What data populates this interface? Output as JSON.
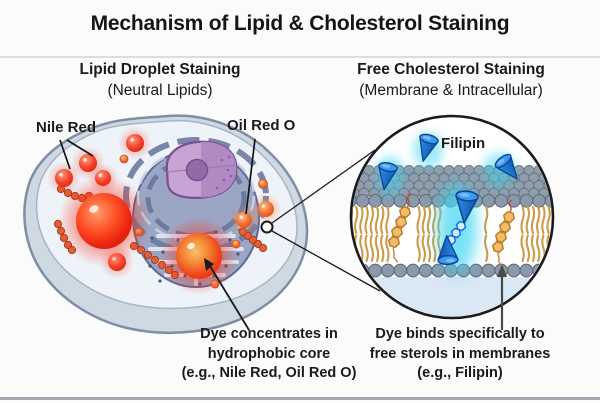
{
  "title": "Mechanism of Lipid & Cholesterol Staining",
  "left_panel": {
    "heading": "Lipid Droplet Staining",
    "subheading": "(Neutral Lipids)",
    "label_nile_red": "Nile Red",
    "label_oil_red_o": "Oil Red O",
    "caption": {
      "line1": "Dye concentrates in",
      "line2": "hydrophobic core",
      "line3": "(e.g., Nile Red, Oil Red O)"
    }
  },
  "right_panel": {
    "heading": "Free Cholesterol Staining",
    "subheading": "(Membrane & Intracellular)",
    "label_filipin": "Filipin",
    "caption": {
      "line1": "Dye binds specifically to",
      "line2": "free sterols in membranes",
      "line3": "(e.g., Filipin)"
    }
  },
  "colors": {
    "droplet_red": "#e8321c",
    "droplet_glow_red": "#ff2d14",
    "oil_red_orange": "#f07030",
    "nucleus_purple": "#c6a4d4",
    "nucleolus_purple": "#926aa6",
    "er_blue_grey": "#9aa6c4",
    "cell_interior": "#eef3f9",
    "cell_wall": "#cfd9e3",
    "membrane_head_grey": "#8b99ab",
    "lipid_tail_tan": "#cf9a45",
    "sterol_orange": "#f2bc6d",
    "filipin_blue": "#1b6fd0",
    "filipin_glow_cyan": "#3fd4f2",
    "text_black": "#1a1a1a"
  }
}
